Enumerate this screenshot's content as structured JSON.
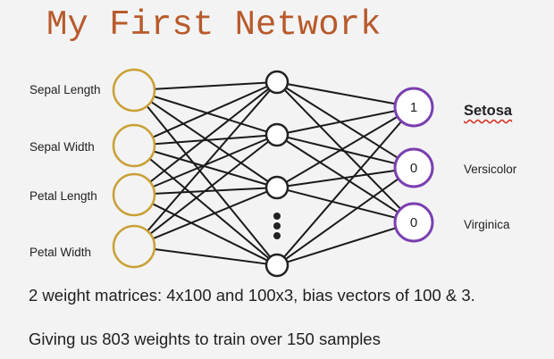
{
  "title": "My First Network",
  "input_labels": [
    "Sepal Length",
    "Sepal Width",
    "Petal Length",
    "Petal Width"
  ],
  "output_values": [
    "1",
    "0",
    "0"
  ],
  "output_labels": [
    "Setosa",
    "Versicolor",
    "Virginica"
  ],
  "captions": [
    "2 weight matrices: 4x100 and 100x3, bias vectors of 100 & 3.",
    "Giving us 803 weights to train over 150 samples"
  ],
  "colors": {
    "title": "#b85a2b",
    "input_node": "#c9a035",
    "output_node": "#7a3fb0",
    "hidden_node": "#222222",
    "edge": "#1a1a1a",
    "selected_underline": "#d23a2a"
  }
}
